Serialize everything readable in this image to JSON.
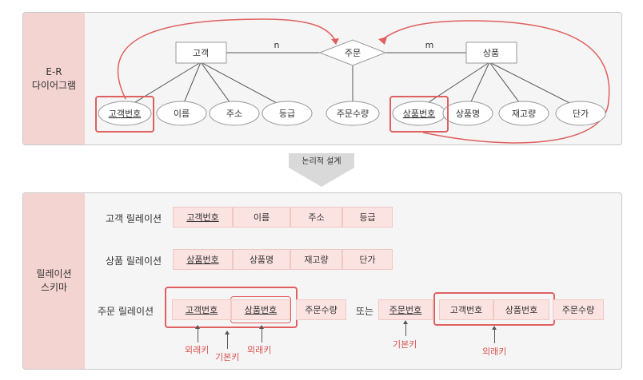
{
  "er_panel": {
    "side_label": "E-R\n다이어그램",
    "entities": {
      "customer": "고객",
      "order": "주문",
      "product": "상품"
    },
    "cardinality": {
      "left": "n",
      "right": "m"
    },
    "customer_attrs": [
      "고객번호",
      "이름",
      "주소",
      "등급"
    ],
    "order_attr": "주문수량",
    "product_attrs": [
      "상품번호",
      "상품명",
      "재고량",
      "단가"
    ]
  },
  "transform_label": "논리적 설계",
  "relation_panel": {
    "side_label": "릴레이션\n스키마",
    "customer": {
      "label": "고객 릴레이션",
      "fields": [
        "고객번호",
        "이름",
        "주소",
        "등급"
      ]
    },
    "product": {
      "label": "상품 릴레이션",
      "fields": [
        "상품번호",
        "상품명",
        "재고량",
        "단가"
      ]
    },
    "order": {
      "label": "주문 릴레이션",
      "fields": [
        "고객번호",
        "상품번호",
        "주문수량"
      ]
    },
    "or_label": "또는",
    "order_alt": {
      "fields": [
        "주문번호",
        "고객번호",
        "상품번호",
        "주문수량"
      ]
    },
    "annotations": {
      "foreign_key": "외래키",
      "primary_key": "기본키"
    }
  },
  "colors": {
    "accent": "#e06060",
    "side_bg": "#f4d4d1",
    "cell_bg": "#fbe3e1"
  }
}
